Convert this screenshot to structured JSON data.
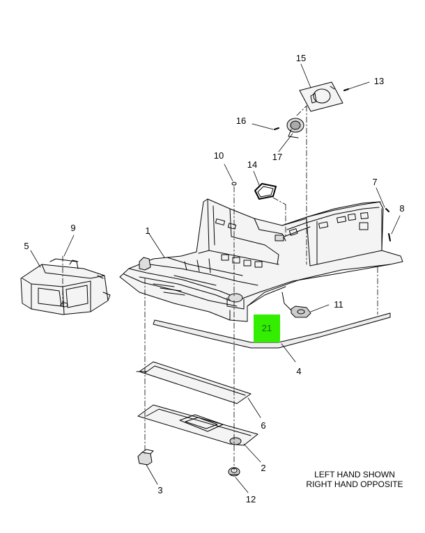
{
  "callouts": {
    "c1": "1",
    "c2": "2",
    "c3": "3",
    "c4": "4",
    "c5": "5",
    "c6": "6",
    "c7": "7",
    "c8": "8",
    "c9": "9",
    "c10": "10",
    "c11": "11",
    "c12": "12",
    "c13": "13",
    "c14": "14",
    "c15": "15",
    "c16": "16",
    "c17": "17"
  },
  "highlight": {
    "label": "21",
    "color": "#33ee00"
  },
  "note": {
    "line1": "LEFT HAND SHOWN",
    "line2": "RIGHT HAND OPPOSITE"
  }
}
